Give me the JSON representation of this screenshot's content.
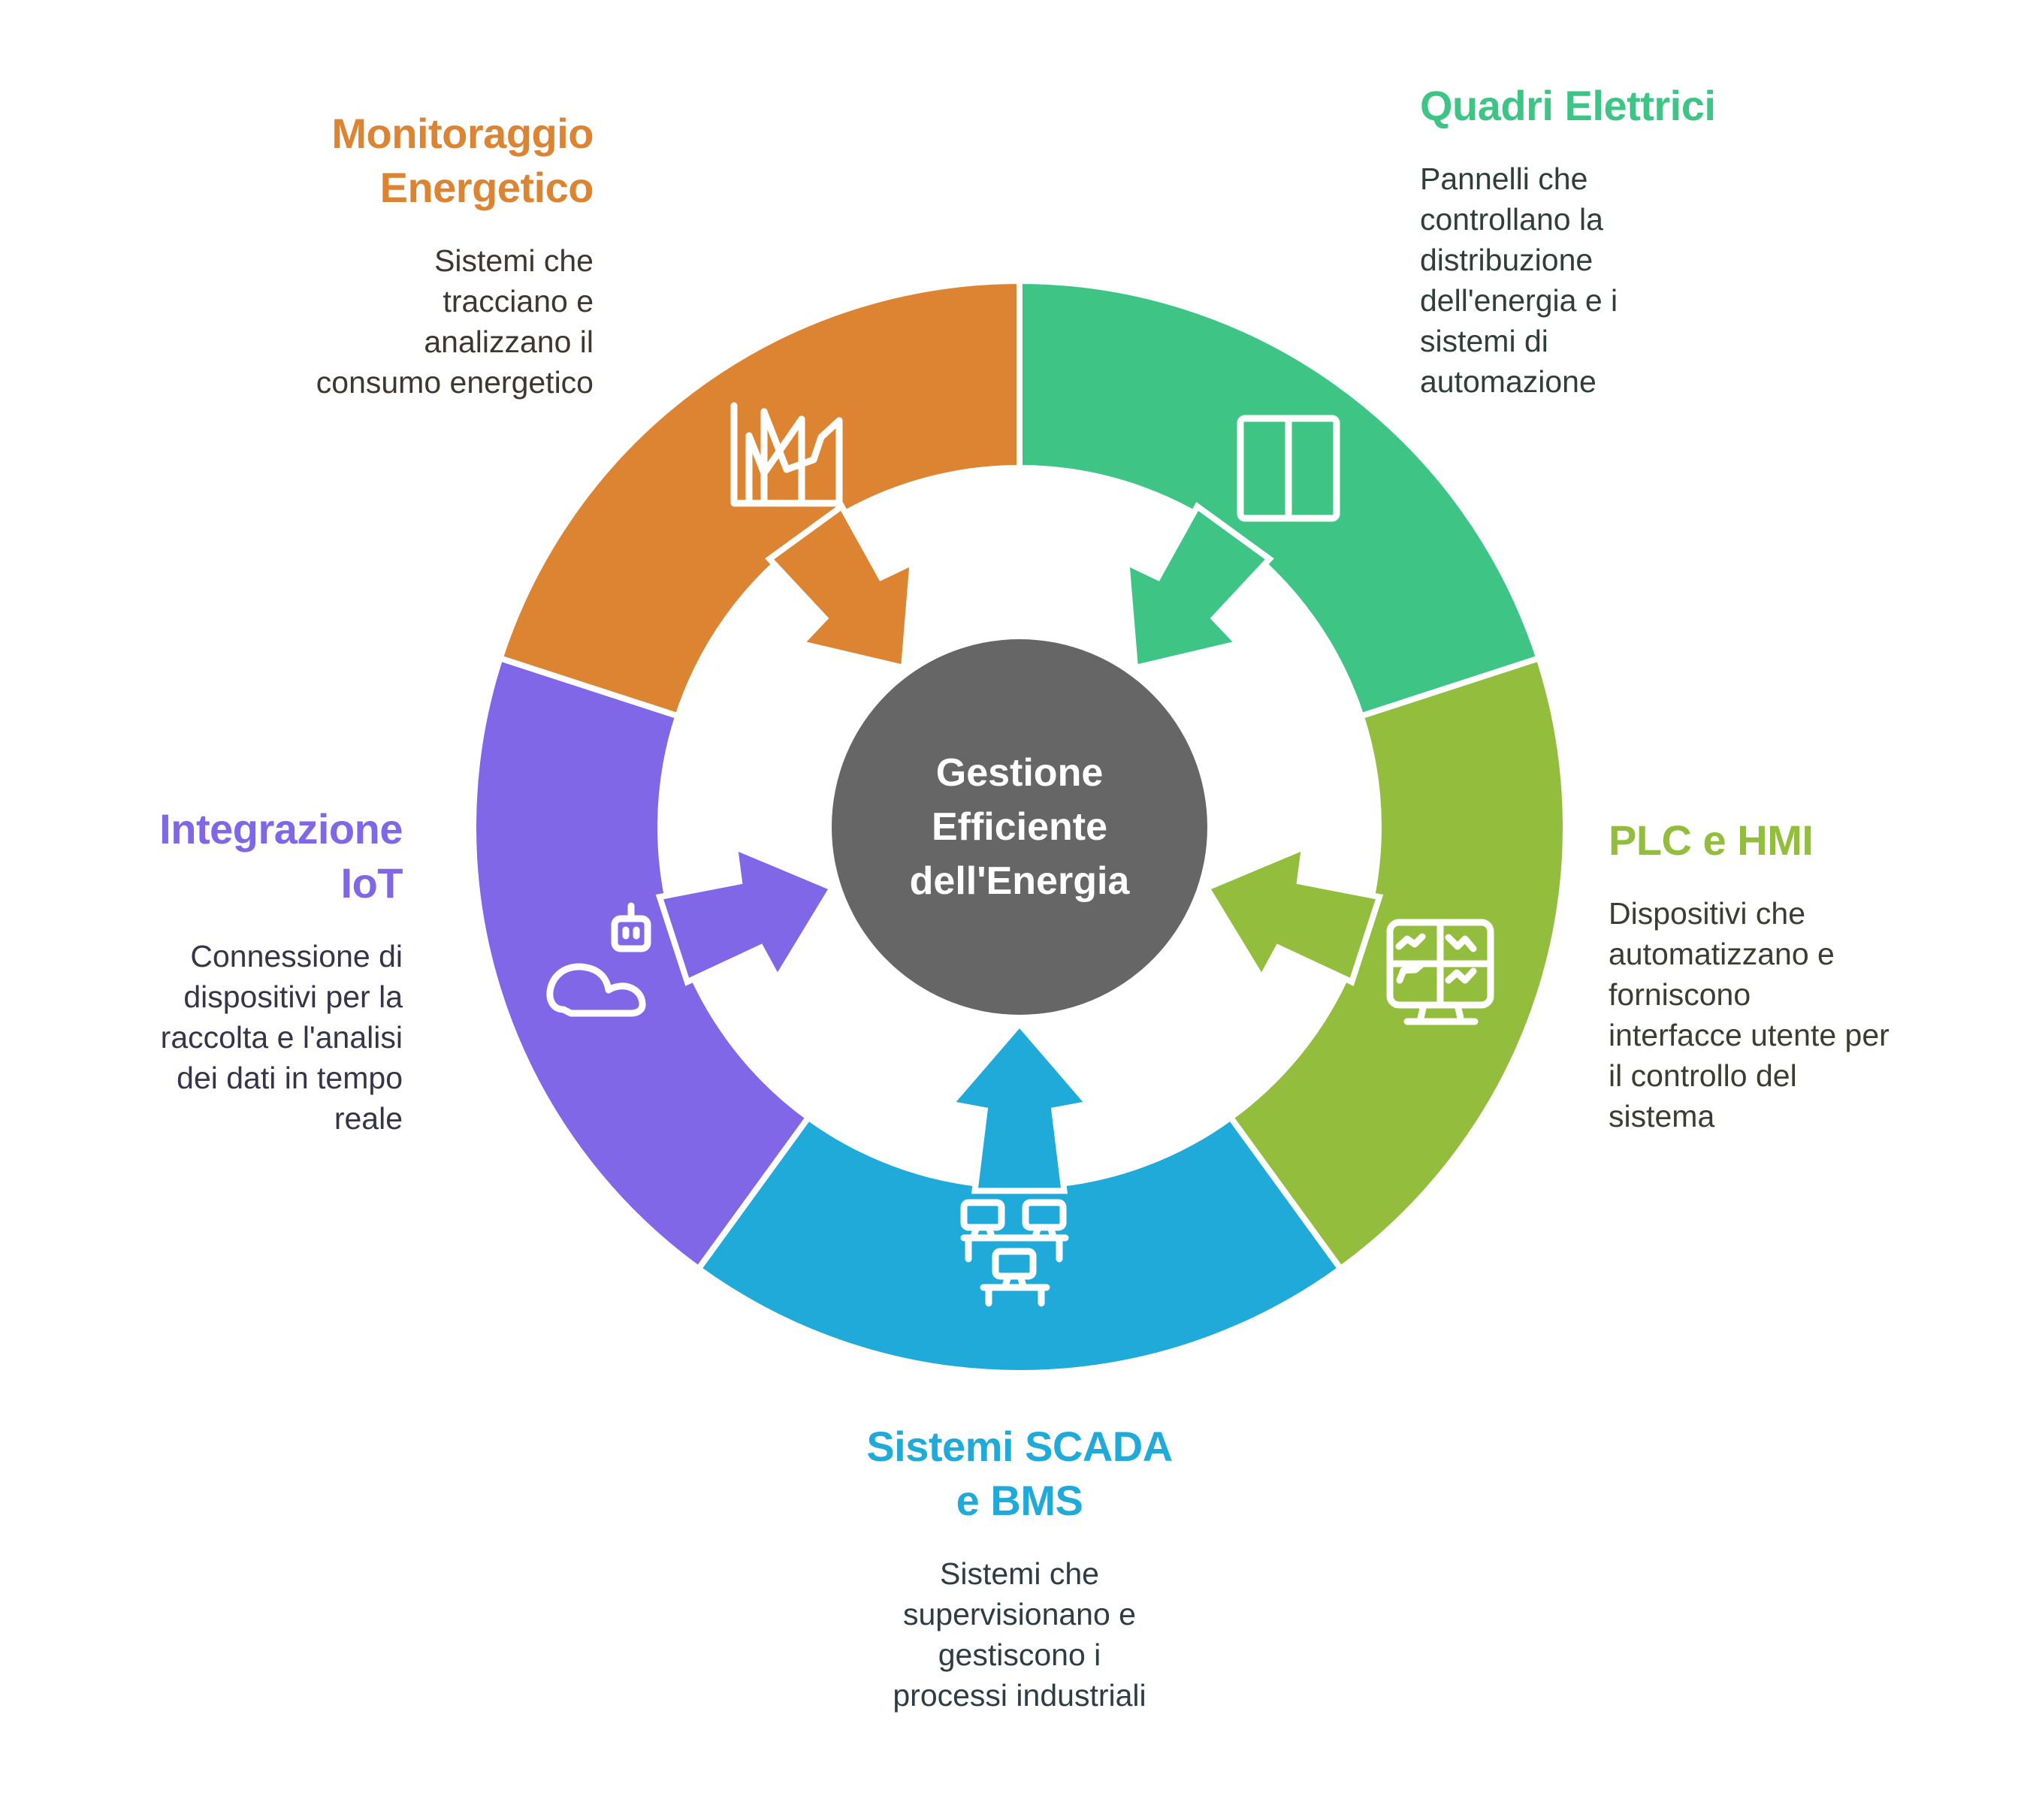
{
  "hub": {
    "lines": [
      "Gestione",
      "Efficiente",
      "dell'Energia"
    ],
    "color": "#666666"
  },
  "segments": [
    {
      "id": "monitoraggio",
      "title": "Monitoraggio\nEnergetico",
      "title_lines": [
        "Monitoraggio",
        "Energetico"
      ],
      "description": "Sistemi che\ntracciano e\nanalizzano il\nconsumo energetico",
      "color": "#DD8432",
      "text_color": "#3f362f",
      "icon": "line-chart-icon"
    },
    {
      "id": "quadri",
      "title_lines": [
        "Quadri Elettrici"
      ],
      "description": "Pannelli che\ncontrollano la\ndistribuzione\ndell'energia e i\nsistemi di\nautomazione",
      "color": "#3EC586",
      "text_color": "#2f3e38",
      "icon": "panel-icon"
    },
    {
      "id": "plc",
      "title_lines": [
        "PLC e HMI"
      ],
      "description": "Dispositivi che\nautomatizzano e\nforniscono\ninterfacce utente per\nil controllo del\nsistema",
      "color": "#93BD3C",
      "text_color": "#3a3d31",
      "icon": "dashboard-monitor-icon"
    },
    {
      "id": "scada",
      "title_lines": [
        "Sistemi SCADA",
        "e BMS"
      ],
      "description": "Sistemi che\nsupervisionano e\ngestiscono i\nprocessi industriali",
      "color": "#20AAD9",
      "text_color": "#2e3c44",
      "icon": "network-computers-icon"
    },
    {
      "id": "iot",
      "title_lines": [
        "Integrazione",
        "IoT"
      ],
      "description": "Connessione di\ndispositivi per la\nraccolta e l'analisi\ndei dati in tempo\nreale",
      "color": "#7F67E8",
      "text_color": "#363449",
      "icon": "cloud-robot-icon"
    }
  ]
}
